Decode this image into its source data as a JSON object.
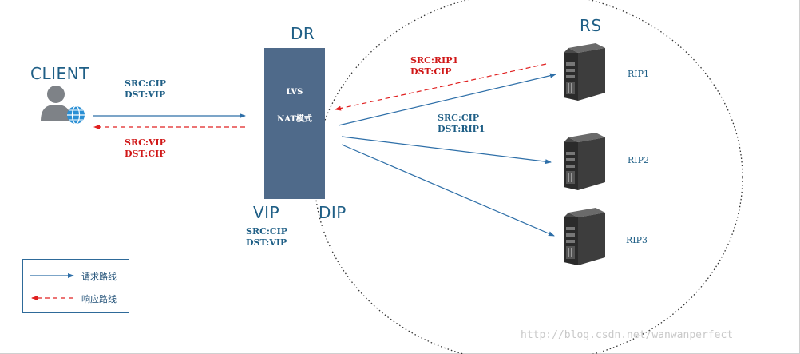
{
  "labels": {
    "client": "CLIENT",
    "dr": "DR",
    "rs": "RS",
    "vip": "VIP",
    "dip": "DIP",
    "lvs": "LVS",
    "nat_mode": "NAT模式"
  },
  "packets": {
    "client_request": {
      "src": "SRC:CIP",
      "dst": "DST:VIP"
    },
    "client_response": {
      "src": "SRC:VIP",
      "dst": "DST:CIP"
    },
    "rs_response": {
      "src": "SRC:RIP1",
      "dst": "DST:CIP"
    },
    "dr_forward": {
      "src": "SRC:CIP",
      "dst": "DST:RIP1"
    },
    "vip_packet": {
      "src": "SRC:CIP",
      "dst": "DST:VIP"
    }
  },
  "servers": [
    {
      "label": "RIP1"
    },
    {
      "label": "RIP2"
    },
    {
      "label": "RIP3"
    }
  ],
  "legend": {
    "request": "请求路线",
    "response": "响应路线"
  },
  "watermark": "http://blog.csdn.net/wanwanperfect",
  "colors": {
    "request_line": "#2e6fa8",
    "response_line": "#e02020",
    "dr_box": "#4f6a8a",
    "text_blue": "#1f5f86",
    "text_red": "#d01818"
  },
  "icons": [
    "user-globe-icon",
    "server-tower-icon"
  ]
}
